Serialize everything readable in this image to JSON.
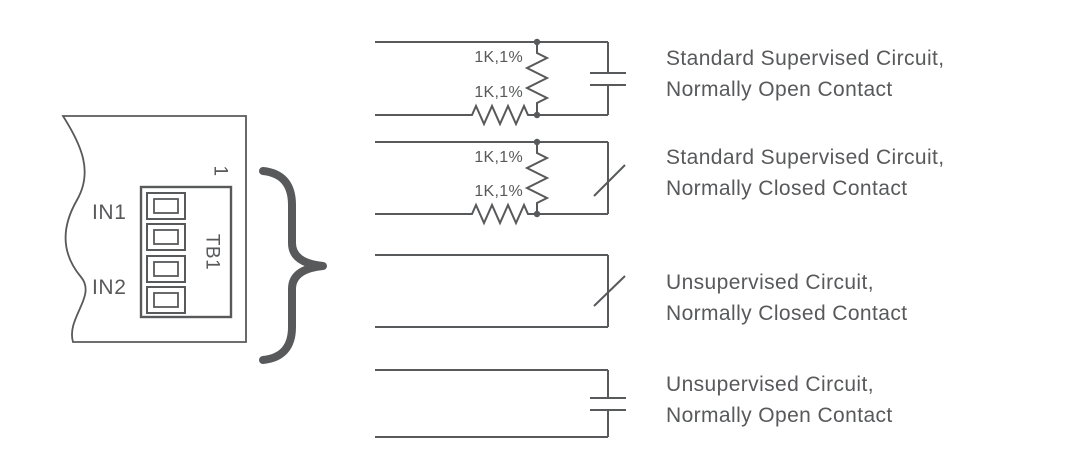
{
  "colors": {
    "line": "#58595B",
    "text": "#58595B",
    "background": "#FFFFFF"
  },
  "board": {
    "pin1_label": "1",
    "terminal_block_label": "TB1",
    "in1_label": "IN1",
    "in2_label": "IN2"
  },
  "circuits": [
    {
      "symbol": "normally-open-contact",
      "supervised": true,
      "resistor_labels": [
        "1K,1%",
        "1K,1%"
      ],
      "caption_line1": "Standard Supervised Circuit,",
      "caption_line2": "Normally Open Contact"
    },
    {
      "symbol": "normally-closed-contact",
      "supervised": true,
      "resistor_labels": [
        "1K,1%",
        "1K,1%"
      ],
      "caption_line1": "Standard Supervised Circuit,",
      "caption_line2": "Normally Closed Contact"
    },
    {
      "symbol": "normally-closed-contact",
      "supervised": false,
      "caption_line1": "Unsupervised Circuit,",
      "caption_line2": "Normally Closed Contact"
    },
    {
      "symbol": "normally-open-contact",
      "supervised": false,
      "caption_line1": "Unsupervised Circuit,",
      "caption_line2": "Normally Open Contact"
    }
  ]
}
